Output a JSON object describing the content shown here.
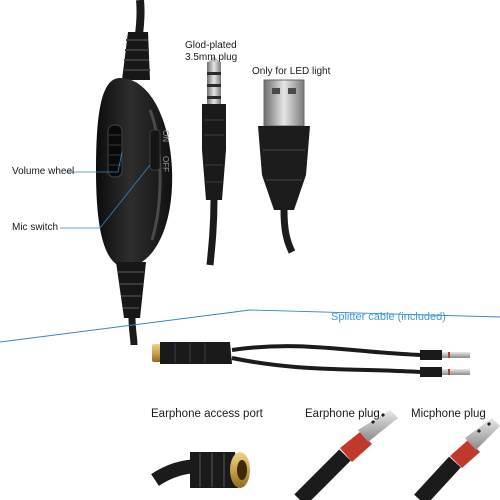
{
  "labels": {
    "plug_line1": "Glod-plated",
    "plug_line2": "3.5mm plug",
    "led": "Only for LED light",
    "volume_wheel": "Volume wheel",
    "mic_switch": "Mic switch",
    "switch_on": "ON",
    "switch_off": "OFF",
    "splitter": "Splitter cable (included)",
    "earphone_port": "Earphone access port",
    "earphone_plug": "Earphone plug",
    "micphone_plug": "Micphone plug"
  },
  "colors": {
    "cable": "#1b1b1b",
    "accent_line": "#2f86c9",
    "gold": "#c9a24a",
    "ring_red": "#c0392b"
  }
}
